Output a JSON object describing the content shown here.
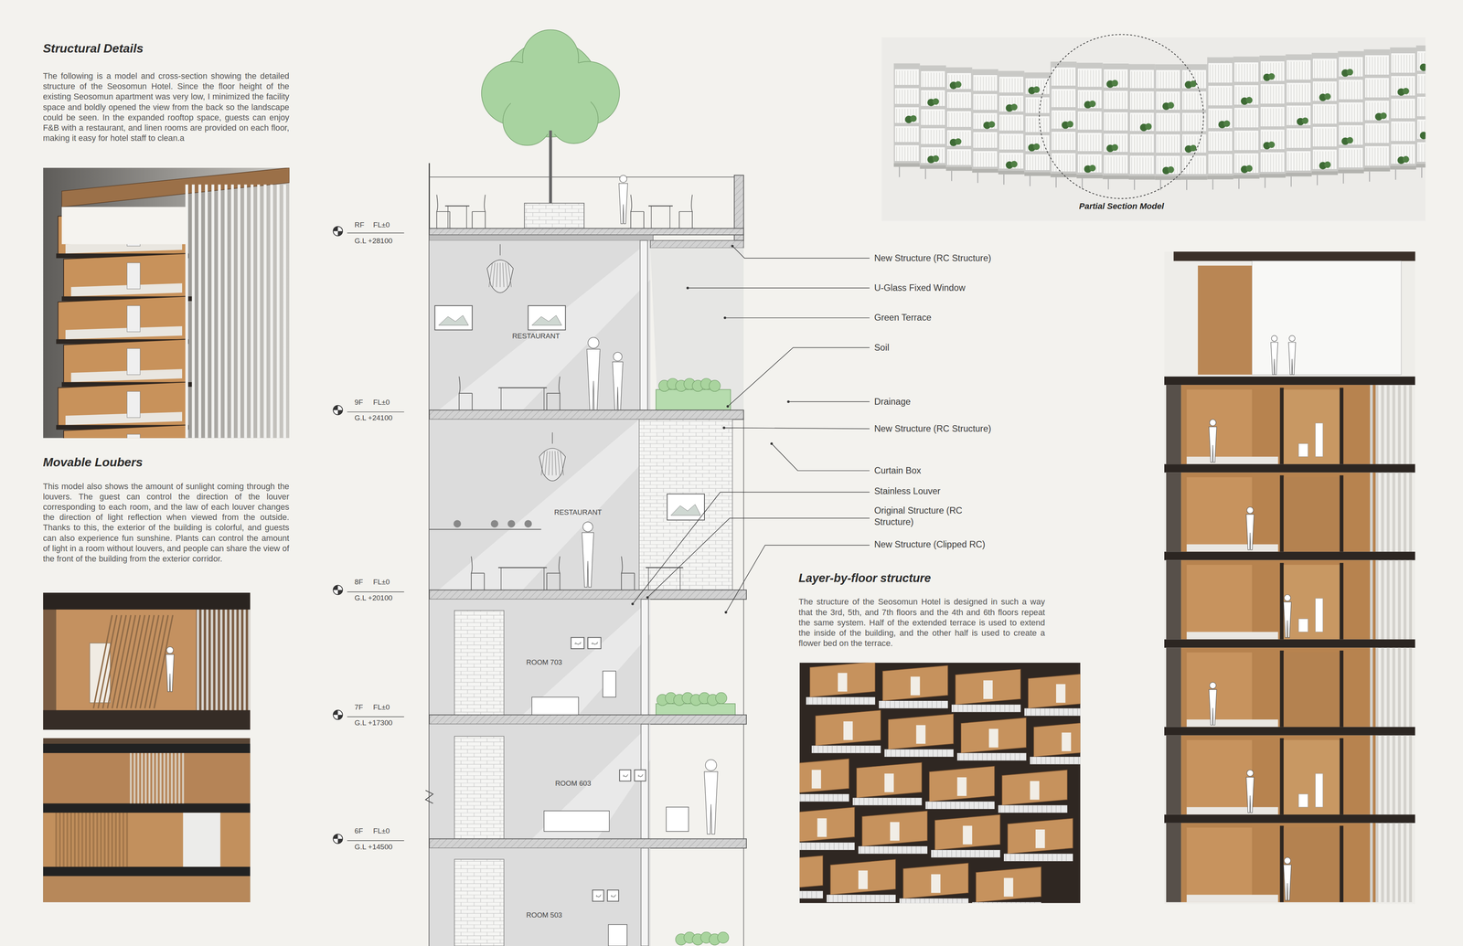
{
  "diagram": {
    "labels": [
      "Structural Details",
      "The following is a model and cross-section showing the detailed structure of the Seosomun Hotel. Since the floor height of the existing Seosomun apartment was very low, I minimized the facility space and boldly opened the view from the back so the landscape could be seen. In the expanded rooftop space, guests can enjoy F&B with a restaurant, and linen rooms are provided on each floor, making it easy for hotel staff to clean.a",
      "Movable Loubers",
      "This model also shows the amount of sunlight coming through the louvers. The guest can control the direction of the louver corresponding to each room, and the law of each louver changes the direction of light reflection when viewed from the outside. Thanks to this, the exterior of the building is colorful, and guests can also experience fun sunshine. Plants can control the amount of light in a room without louvers, and people can share the view of the front of the building from the exterior corridor.",
      "Partial Section Model",
      "RF",
      "FL±0",
      "G.L +28100",
      "9F",
      "FL±0",
      "G.L +24100",
      "8F",
      "FL±0",
      "G.L +20100",
      "7F",
      "FL±0",
      "G.L +17300",
      "6F",
      "FL±0",
      "G.L +14500",
      "RESTAURANT",
      "RESTAURANT",
      "ROOM 703",
      "ROOM 603",
      "ROOM 503",
      "New Structure (RC Structure)",
      "U-Glass Fixed Window",
      "Green Terrace",
      "Soil",
      "Drainage",
      "New Structure (RC Structure)",
      "Curtain Box",
      "Stainless Louver",
      "Original Structure (RC Structure)",
      "New Structure (Clipped RC)",
      "Layer-by-floor structure",
      "The structure of the Seosomun Hotel is designed in such a way that the 3rd, 5th, and 7th floors and the 4th and 6th floors repeat the same system. Half of the extended terrace is used to extend the inside of the building, and the other half is used to create a flower bed on the terrace."
    ]
  }
}
